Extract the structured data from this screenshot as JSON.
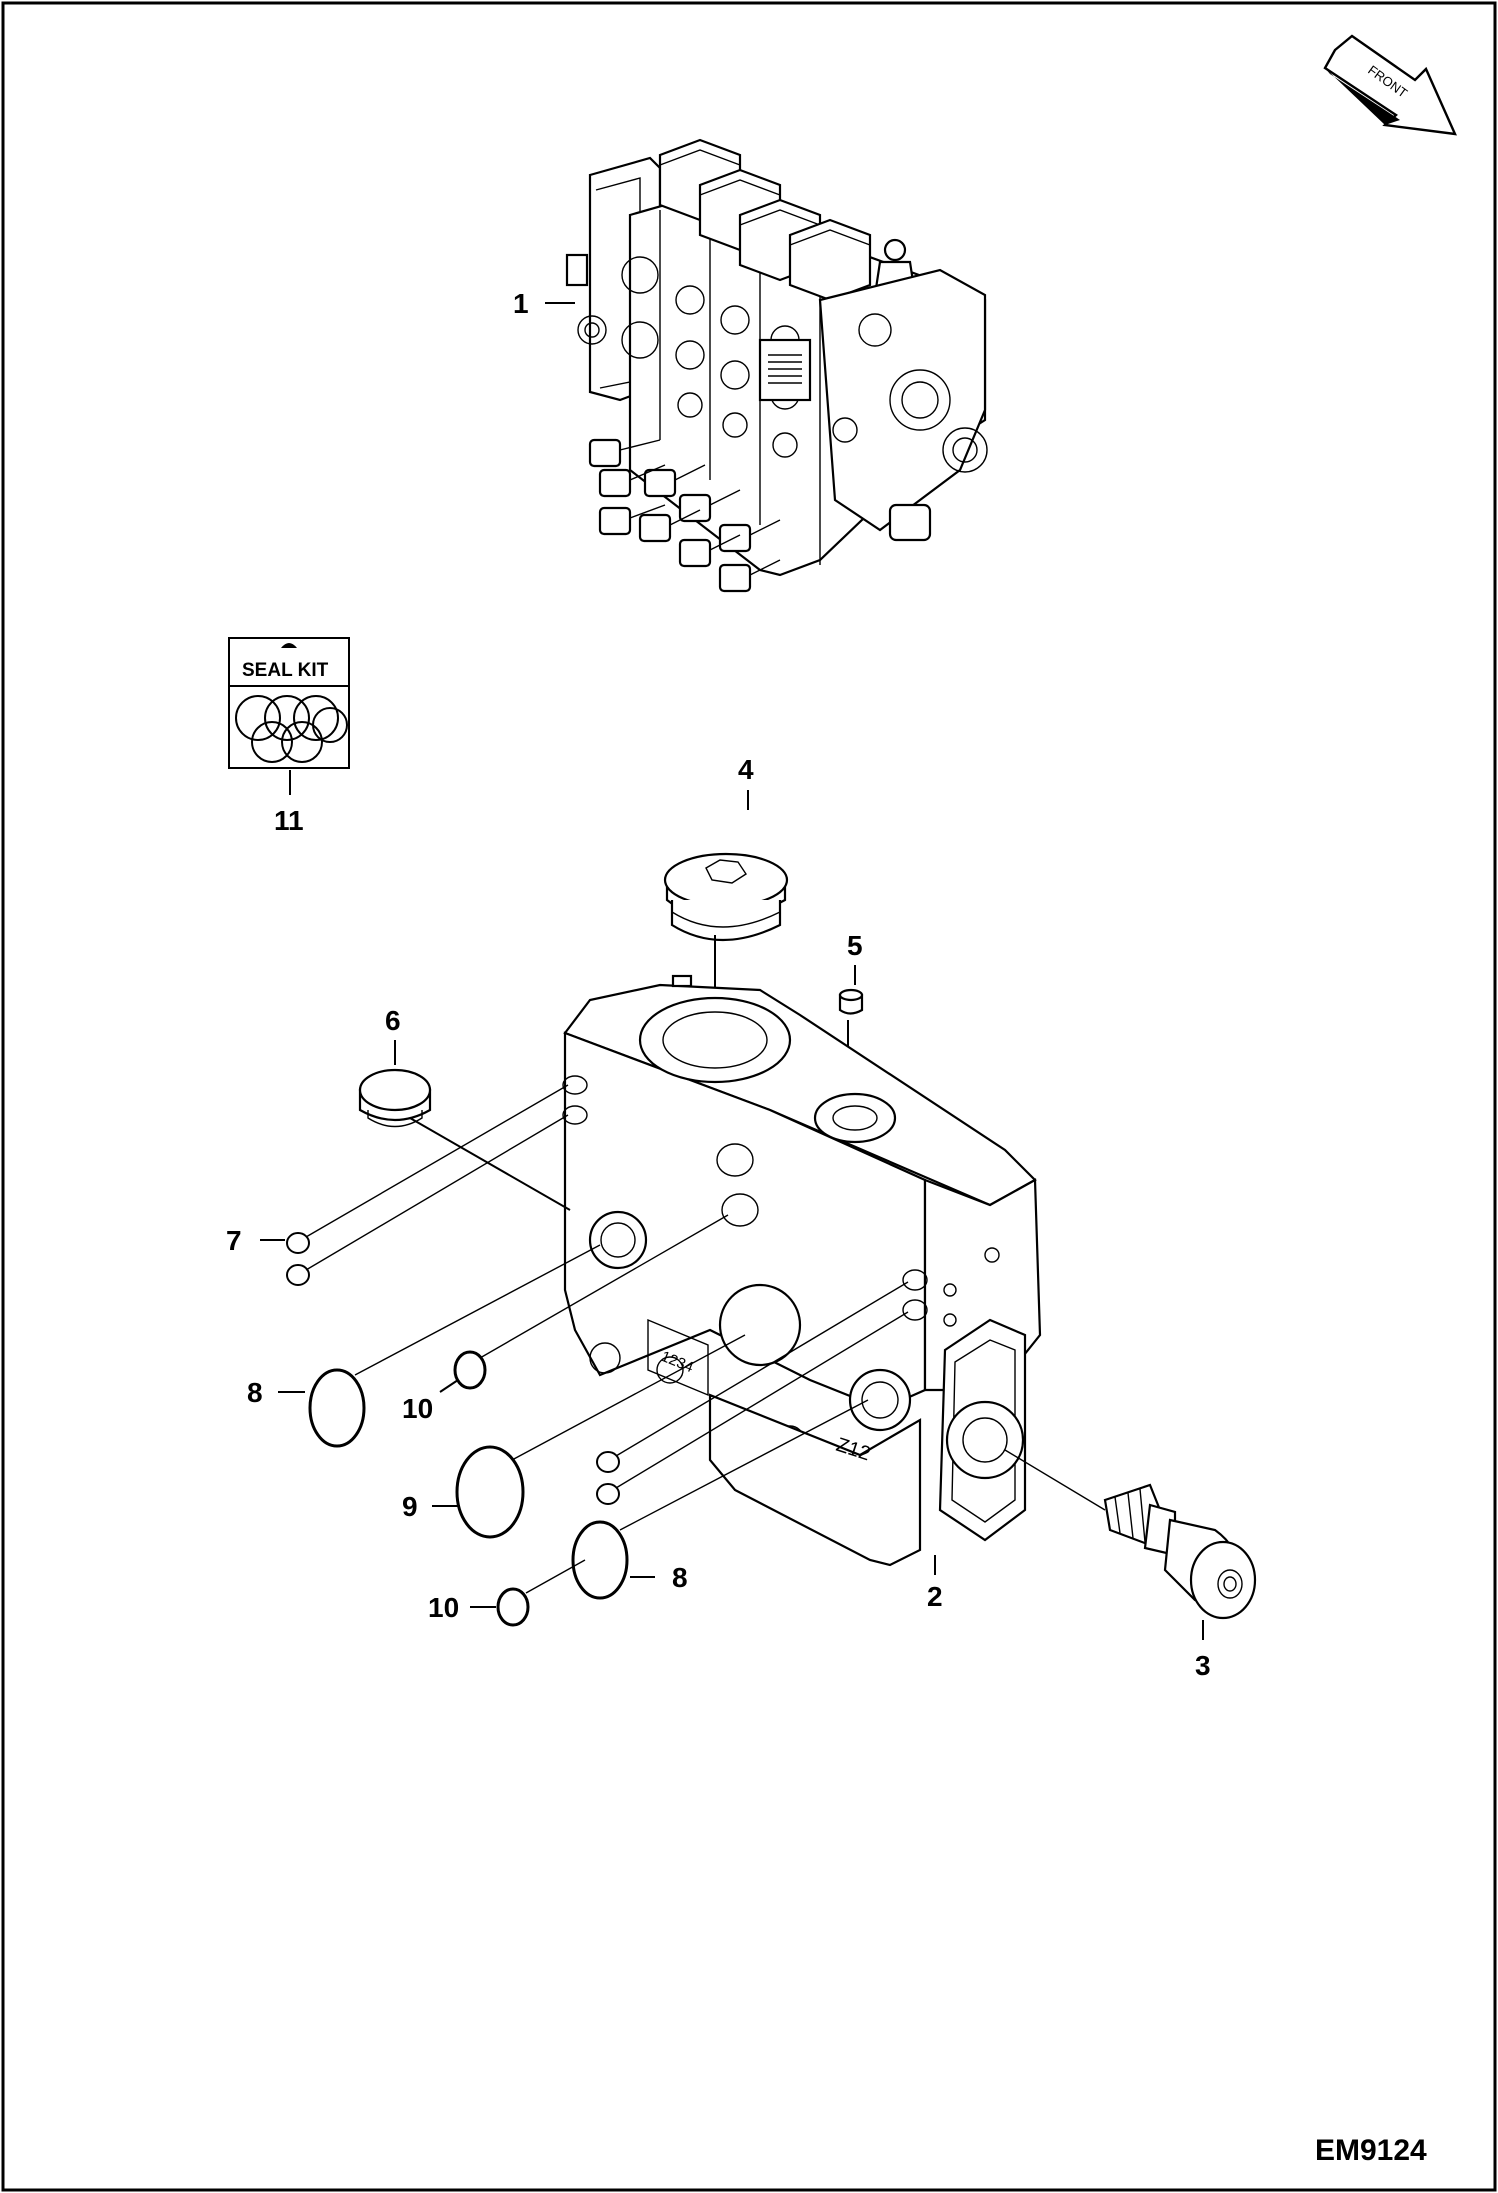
{
  "direction_arrow": {
    "label": "FRONT",
    "icon": "front-direction-arrow-icon"
  },
  "seal_kit": {
    "title": "SEAL KIT",
    "icon": "o-rings-icon"
  },
  "callouts": [
    "1",
    "2",
    "3",
    "4",
    "5",
    "6",
    "7",
    "8",
    "8",
    "9",
    "10",
    "10",
    "11"
  ],
  "section_labels": {
    "a": "1234",
    "b": "Z12"
  },
  "drawing_code": "EM9124",
  "colors": {
    "line": "#000000",
    "background": "#ffffff",
    "shade": "#b8b8b8"
  }
}
